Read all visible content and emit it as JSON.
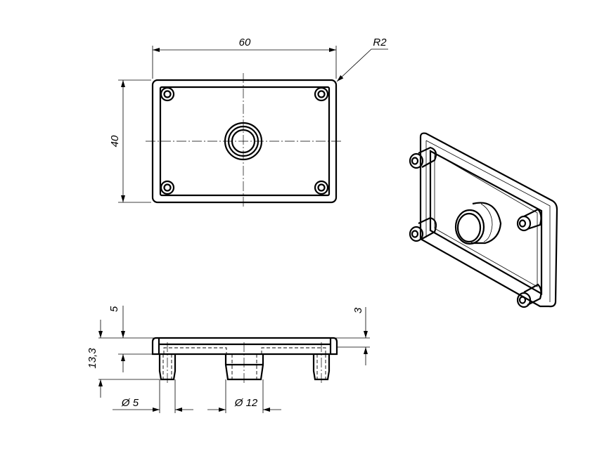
{
  "drawing": {
    "top_view": {
      "width_dim": "60",
      "height_dim": "40",
      "radius_dim": "R2"
    },
    "side_view": {
      "plate_dim": "5",
      "total_height_dim": "13,3",
      "rim_dim": "3",
      "small_peg_dia": "Ø 5",
      "boss_dia": "Ø 12"
    }
  }
}
